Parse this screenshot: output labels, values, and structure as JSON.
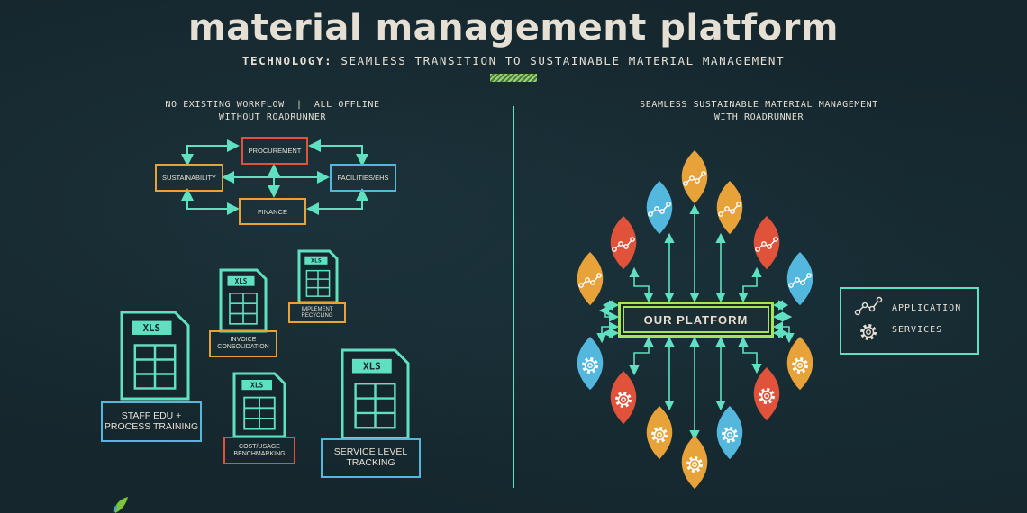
{
  "title": "material management platform",
  "subtitle": {
    "prefix": "TECHNOLOGY:",
    "text": "SEAMLESS TRANSITION TO SUSTAINABLE MATERIAL MANAGEMENT"
  },
  "left": {
    "heading_line1": "NO EXISTING WORKFLOW  |  ALL OFFLINE",
    "heading_line2": "WITHOUT ROADRUNNER",
    "workflow": {
      "procurement": "PROCUREMENT",
      "sustainability": "SUSTAINABILITY",
      "facilities": "FACILITIES/EHS",
      "finance": "FINANCE"
    },
    "spreadsheets": {
      "icon_text": "XLS",
      "staff_edu_line1": "STAFF EDU +",
      "staff_edu_line2": "PROCESS TRAINING",
      "invoice_line1": "INVOICE",
      "invoice_line2": "CONSOLIDATION",
      "implement_line1": "IMPLEMENT",
      "implement_line2": "RECYCLING",
      "cost_line1": "COST/USAGE",
      "cost_line2": "BENCHMARKING",
      "service_line1": "SERVICE LEVEL",
      "service_line2": "TRACKING"
    }
  },
  "right": {
    "heading_line1": "SEAMLESS SUSTAINABLE MATERIAL MANAGEMENT",
    "heading_line2": "WITH ROADRUNNER",
    "platform_label": "OUR PLATFORM",
    "legend": {
      "application": "APPLICATION",
      "services": "SERVICES",
      "application_icon": "line-chart-icon",
      "services_icon": "gear-icon"
    }
  },
  "colors": {
    "background": "#15262d",
    "teal": "#5fe0c0",
    "red": "#e0523a",
    "orange": "#e8a23a",
    "blue": "#54b7dd",
    "green": "#a6e35a",
    "cream": "#e6e0d4"
  }
}
